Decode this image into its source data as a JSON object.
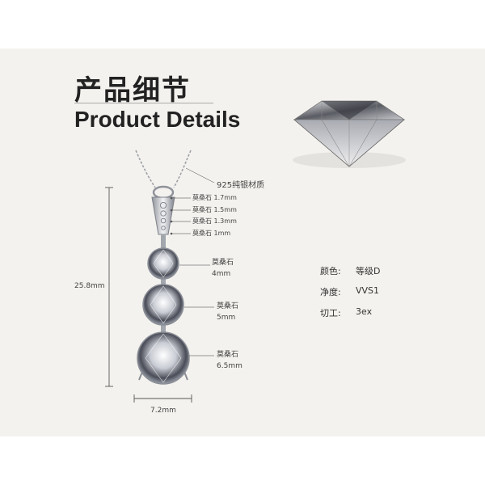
{
  "header": {
    "title_cn": "产品细节",
    "title_en": "Product Details"
  },
  "material_label": "925纯银材质",
  "small_stones": [
    {
      "name": "莫桑石",
      "size": "1.7mm"
    },
    {
      "name": "莫桑石",
      "size": "1.5mm"
    },
    {
      "name": "莫桑石",
      "size": "1.3mm"
    },
    {
      "name": "莫桑石",
      "size": "1mm"
    }
  ],
  "main_stones": [
    {
      "name": "莫桑石",
      "size": "4mm"
    },
    {
      "name": "莫桑石",
      "size": "5mm"
    },
    {
      "name": "莫桑石",
      "size": "6.5mm"
    }
  ],
  "dimensions": {
    "height": "25.8mm",
    "width": "7.2mm"
  },
  "specs": [
    {
      "key": "颜色:",
      "value": "等级D"
    },
    {
      "key": "净度:",
      "value": "VVS1"
    },
    {
      "key": "切工:",
      "value": "3ex"
    }
  ]
}
